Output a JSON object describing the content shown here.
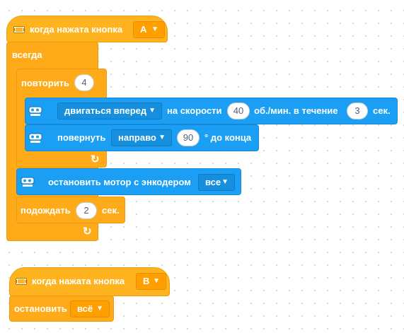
{
  "script1": {
    "hat_label": "когда нажата кнопка",
    "hat_button": "A",
    "forever_label": "всегда",
    "repeat_label": "повторить",
    "repeat_count": "4",
    "move_block": {
      "direction": "двигаться вперед",
      "at_speed": "на скорости",
      "speed": "40",
      "rpm_for": "об./мин. в течение",
      "duration": "3",
      "sec": "сек."
    },
    "turn_block": {
      "label": "повернуть",
      "direction": "направо",
      "degrees": "90",
      "to_end": "° до конца"
    },
    "stop_motor_block": {
      "label": "остановить мотор с энкодером",
      "target": "все"
    },
    "wait_block": {
      "label": "подождать",
      "seconds": "2",
      "sec": "сек."
    }
  },
  "script2": {
    "hat_label": "когда нажата кнопка",
    "hat_button": "B",
    "stop_label": "остановить",
    "stop_target": "всё"
  },
  "colors": {
    "events": "#ffb41f",
    "control": "#ffab19",
    "motion": "#1a9ff5"
  },
  "icons": {
    "hat": "brain-flag-icon",
    "motion": "motor-icon",
    "dropdown": "caret-down-icon",
    "loop": "loop-arrow-icon"
  }
}
